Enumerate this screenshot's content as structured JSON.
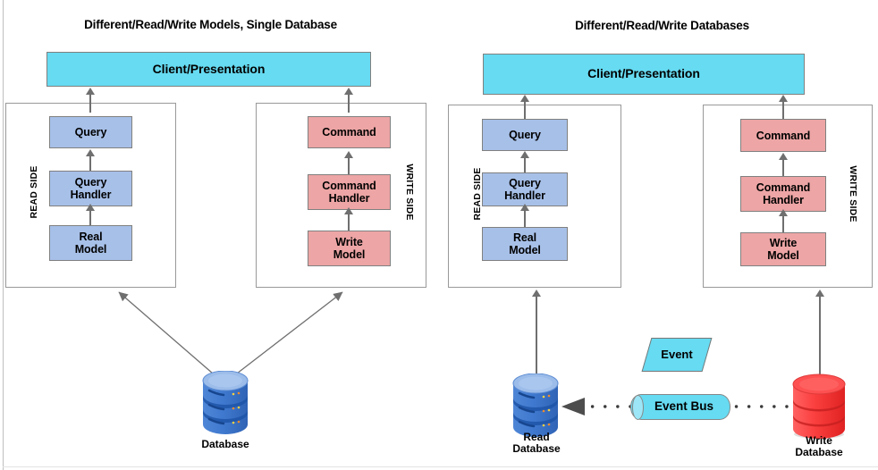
{
  "diagrams": [
    {
      "id": "single-database",
      "title": "Different/Read/Write Models, Single Database",
      "client": {
        "label": "Client/Presentation"
      },
      "read_side": {
        "label": "READ SIDE",
        "nodes": [
          {
            "label": "Query"
          },
          {
            "label": "Query\nHandler"
          },
          {
            "label": "Real\nModel"
          }
        ]
      },
      "write_side": {
        "label": "WRITE SIDE",
        "nodes": [
          {
            "label": "Command"
          },
          {
            "label": "Command\nHandler"
          },
          {
            "label": "Write\nModel"
          }
        ]
      },
      "databases": [
        {
          "id": "shared-db",
          "label": "Database",
          "color": "#3b7dd8"
        }
      ]
    },
    {
      "id": "separate-databases",
      "title": "Different/Read/Write Databases",
      "client": {
        "label": "Client/Presentation"
      },
      "read_side": {
        "label": "READ SIDE",
        "nodes": [
          {
            "label": "Query"
          },
          {
            "label": "Query\nHandler"
          },
          {
            "label": "Real\nModel"
          }
        ]
      },
      "write_side": {
        "label": "WRITE SIDE",
        "nodes": [
          {
            "label": "Command"
          },
          {
            "label": "Command\nHandler"
          },
          {
            "label": "Write\nModel"
          }
        ]
      },
      "databases": [
        {
          "id": "read-db",
          "label": "Read\nDatabase",
          "color": "#3b7dd8"
        },
        {
          "id": "write-db",
          "label": "Write\nDatabase",
          "color": "#fc4141"
        }
      ],
      "messaging": {
        "event": {
          "label": "Event"
        },
        "event_bus": {
          "label": "Event Bus"
        }
      }
    }
  ],
  "colors": {
    "client_fill": "#66dbf2",
    "read_fill": "#a7c0e8",
    "write_fill": "#eda5a5",
    "node_stroke": "#808080",
    "panel_stroke": "#999999",
    "arrow": "#6f6f6f",
    "read_db": "#3b7dd8",
    "write_db": "#fc4141"
  }
}
